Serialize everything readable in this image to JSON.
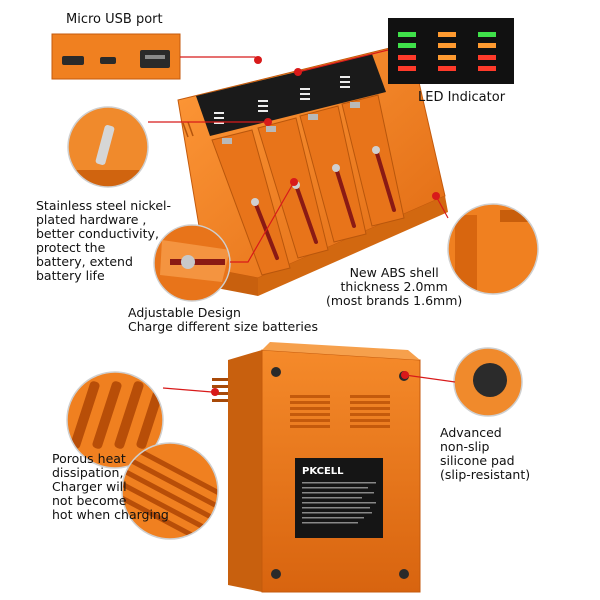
{
  "brand": "PKCELL",
  "callouts": {
    "usb": "Micro USB port",
    "led": "LED Indicator",
    "hardware": "Stainless steel nickel-\nplated hardware ,\nbetter conductivity,\nprotect the\nbattery, extend\nbattery life",
    "adjust": "Adjustable Design\nCharge different size batteries",
    "abs": "New ABS shell\nthickness 2.0mm\n(most brands 1.6mm)",
    "pad": "Advanced\nnon-slip\nsilicone pad\n(slip-resistant)",
    "heat": "Porous heat\ndissipation,\nCharger will\nnot become\nhot when charging"
  },
  "colors": {
    "orange": "#f0801e",
    "orange_dark": "#c8600e",
    "panel": "#1a1a1a",
    "callout_line": "#d81a1a",
    "led_green": "#3fe04a",
    "led_red": "#ff3a2a",
    "led_orange": "#ff9a30"
  }
}
